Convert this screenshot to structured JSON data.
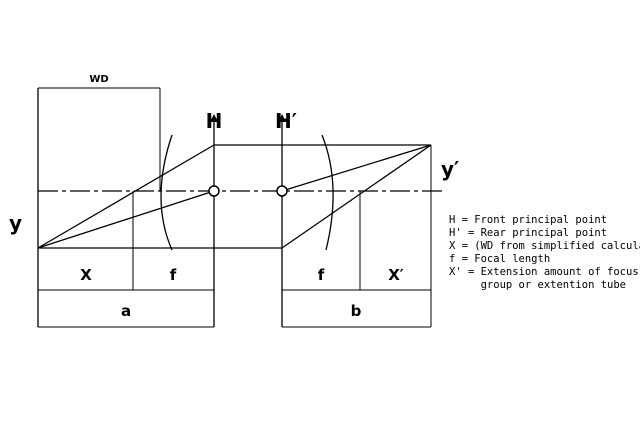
{
  "labels": {
    "wd": "WD",
    "h": "H",
    "h_prime": "H′",
    "y": "y",
    "y_prime": "y′",
    "x": "X",
    "x_prime": "X′",
    "f_left": "f",
    "f_right": "f",
    "a": "a",
    "b": "b"
  },
  "legend": [
    "H = Front principal point",
    "H' = Rear principal point",
    "X = (WD from simplified calculation",
    "f = Focal length",
    "X' = Extension amount of focus",
    "     group or extention tube"
  ]
}
